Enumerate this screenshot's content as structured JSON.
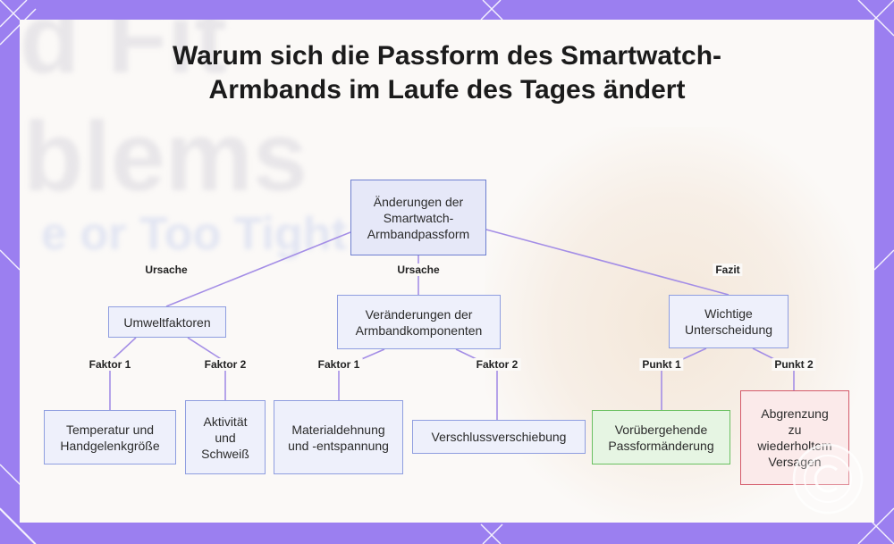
{
  "title": "Warum sich die Passform des Smartwatch-Armbands im Laufe des Tages ändert",
  "nodes": {
    "root": "Änderungen der Smartwatch-Armbandpassform",
    "umwelt": "Umweltfaktoren",
    "komponenten": "Veränderungen der Armbandkomponenten",
    "unterscheidung": "Wichtige Unterscheidung",
    "temperatur": "Temperatur und Handgelenkgröße",
    "aktivitaet": "Aktivität und Schweiß",
    "material": "Materialdehnung und -entspannung",
    "verschluss": "Verschlussverschiebung",
    "voruebergehend": "Vorübergehende Passformänderung",
    "abgrenzung": "Abgrenzung zu wiederholtem Versagen"
  },
  "edge_labels": {
    "root_umwelt": "Ursache",
    "root_komponenten": "Ursache",
    "root_unterscheidung": "Fazit",
    "umwelt_temperatur": "Faktor 1",
    "umwelt_aktivitaet": "Faktor 2",
    "komponenten_material": "Faktor 1",
    "komponenten_verschluss": "Faktor 2",
    "unterscheidung_voruebergehend": "Punkt 1",
    "unterscheidung_abgrenzung": "Punkt 2"
  },
  "colors": {
    "frame": "#9b7ff0",
    "edge": "#a48ee6",
    "node_fill": "#eef0fb",
    "node_border": "#8f9ee0",
    "green_fill": "#e6f5e3",
    "green_border": "#6ac061",
    "red_fill": "#fbeaea",
    "red_border": "#d45a6a"
  },
  "background_ghost": {
    "line1": "d Fit",
    "line2": "blems",
    "line3": "e or Too Tight"
  },
  "icons": {
    "watermark": "copyright-badge-icon"
  }
}
